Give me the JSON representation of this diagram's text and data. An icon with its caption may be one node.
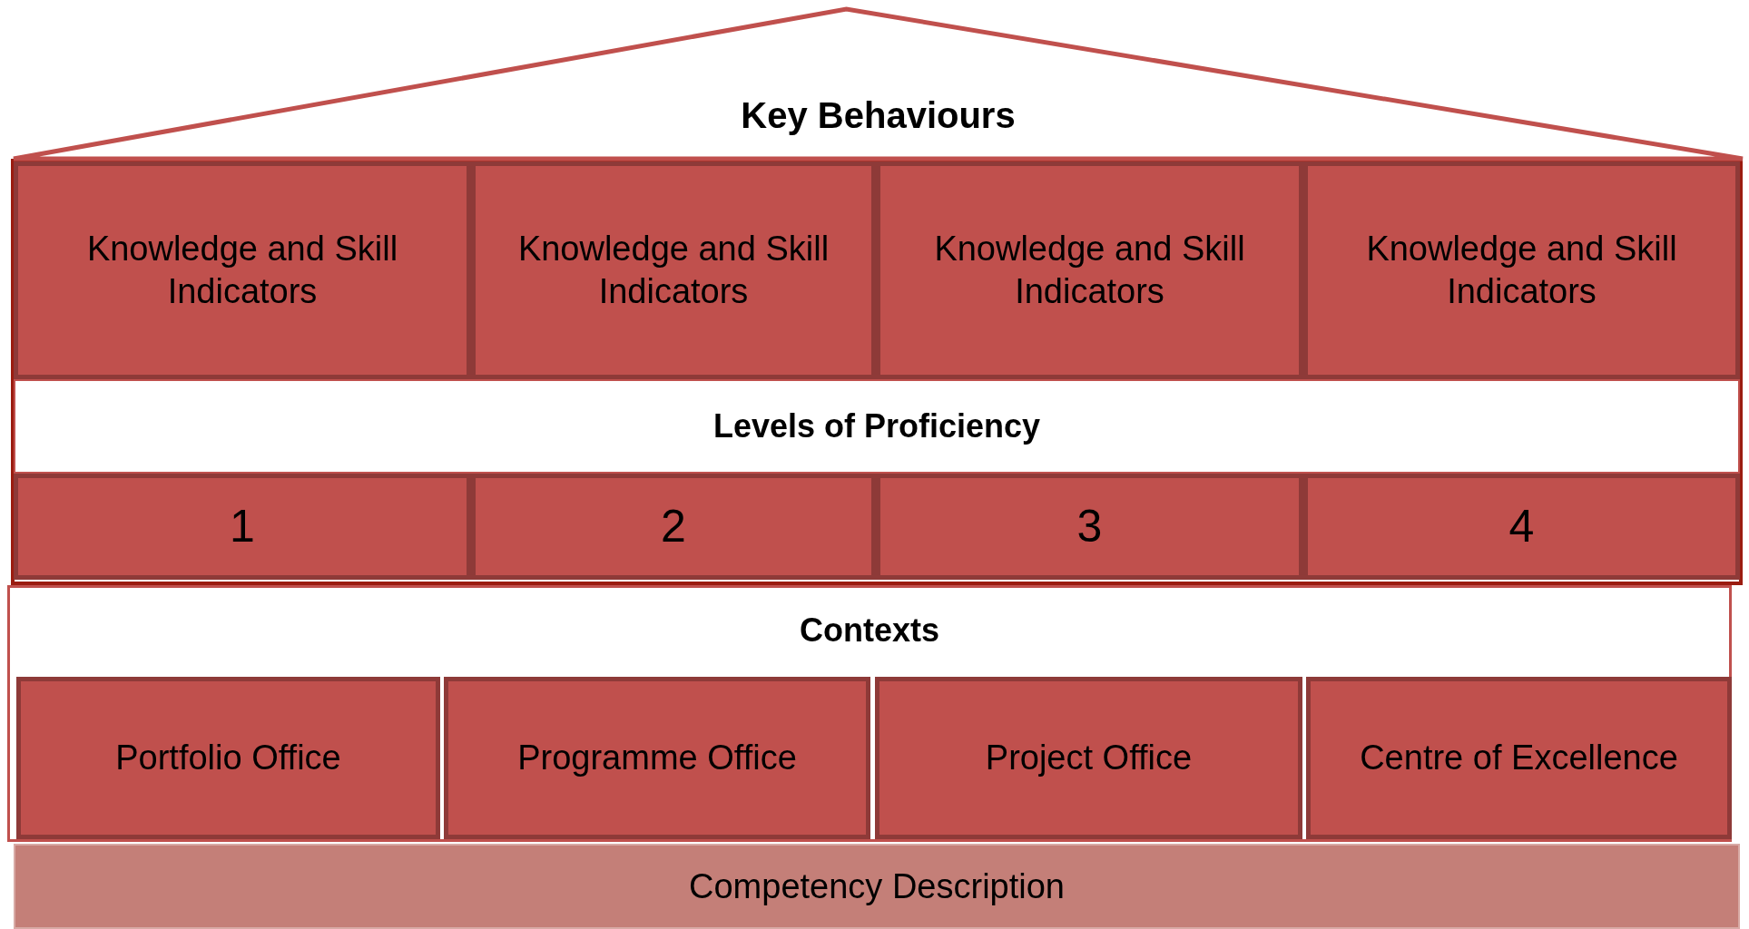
{
  "diagram": {
    "nodes": [
      {
        "text": [
          "Key Behaviours"
        ]
      },
      {
        "text": [
          "Knowledge and Skill Indicators"
        ]
      },
      {
        "text": [
          "Knowledge and Skill Indicators"
        ]
      },
      {
        "text": [
          "Knowledge and Skill Indicators"
        ]
      },
      {
        "text": [
          "Knowledge and Skill Indicators"
        ]
      },
      {
        "text": [
          "Levels of Proficiency"
        ]
      },
      {
        "text": [
          "1"
        ]
      },
      {
        "text": [
          "2"
        ]
      },
      {
        "text": [
          "3"
        ]
      },
      {
        "text": [
          "4"
        ]
      },
      {
        "text": [
          "Contexts"
        ]
      },
      {
        "text": [
          "Portfolio Office"
        ],
        "in": 10
      },
      {
        "text": [
          "Programme Office"
        ],
        "in": 10
      },
      {
        "text": [
          "Project Office"
        ],
        "in": 10
      },
      {
        "text": [
          "Centre of Excellence"
        ],
        "in": 10
      },
      {
        "text": [
          "Competency Description"
        ]
      }
    ]
  }
}
